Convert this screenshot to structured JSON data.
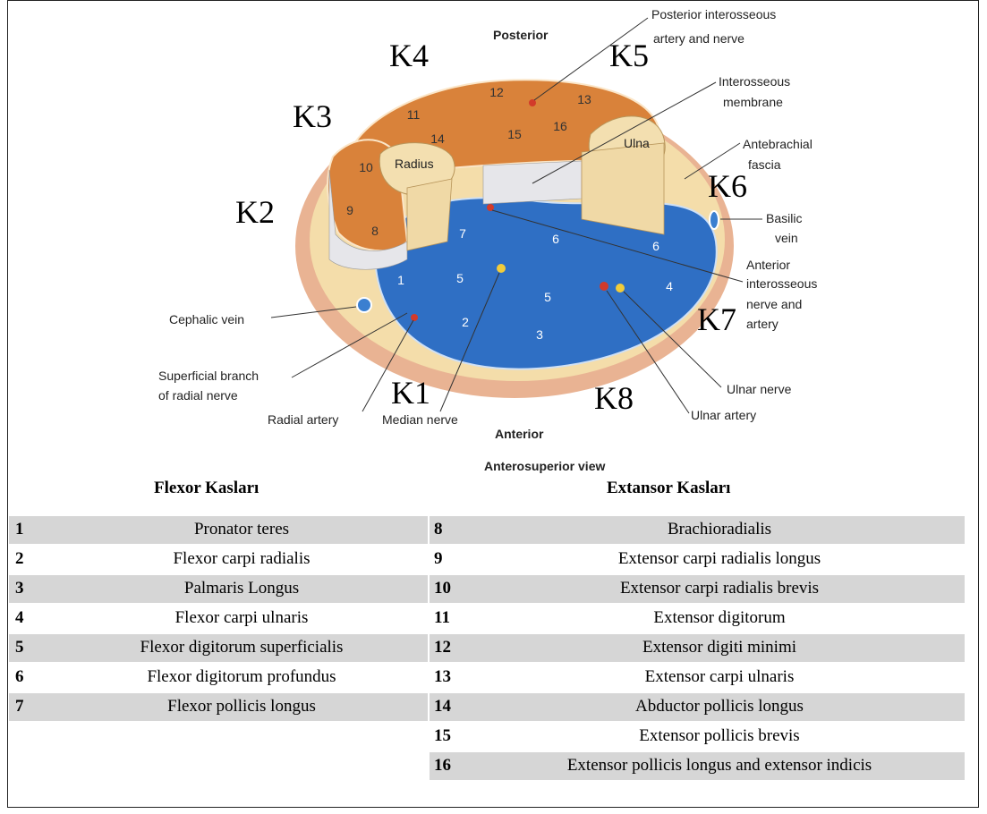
{
  "figure": {
    "orientation_top": "Posterior",
    "orientation_bottom": "Anterior",
    "view": "Anterosuperior view",
    "bone_radius": "Radius",
    "bone_ulna": "Ulna",
    "compartment_labels": [
      "K1",
      "K2",
      "K3",
      "K4",
      "K5",
      "K6",
      "K7",
      "K8"
    ],
    "callouts": {
      "post_interosseous_1": "Posterior interosseous",
      "post_interosseous_2": "artery and nerve",
      "interosseous_mem_1": "Interosseous",
      "interosseous_mem_2": "membrane",
      "antebrachial_1": "Antebrachial",
      "antebrachial_2": "fascia",
      "basilic_1": "Basilic",
      "basilic_2": "vein",
      "ant_interosseous_1": "Anterior",
      "ant_interosseous_2": "interosseous",
      "ant_interosseous_3": "nerve and",
      "ant_interosseous_4": "artery",
      "cephalic": "Cephalic vein",
      "superficial_1": "Superficial branch",
      "superficial_2": "of radial nerve",
      "radial_artery": "Radial artery",
      "median_nerve": "Median nerve",
      "ulnar_nerve": "Ulnar nerve",
      "ulnar_artery": "Ulnar artery"
    },
    "muscle_numbers": [
      "1",
      "2",
      "3",
      "4",
      "5",
      "5",
      "6",
      "6",
      "7",
      "8",
      "9",
      "10",
      "11",
      "12",
      "13",
      "14",
      "15",
      "16"
    ]
  },
  "table": {
    "flexor_title": "Flexor Kasları",
    "extensor_title": "Extansor Kasları",
    "flexor": [
      {
        "num": "1",
        "name": "Pronator teres"
      },
      {
        "num": "2",
        "name": "Flexor carpi radialis"
      },
      {
        "num": "3",
        "name": "Palmaris Longus"
      },
      {
        "num": "4",
        "name": "Flexor carpi ulnaris"
      },
      {
        "num": "5",
        "name": "Flexor digitorum superficialis"
      },
      {
        "num": "6",
        "name": "Flexor digitorum profundus"
      },
      {
        "num": "7",
        "name": "Flexor pollicis longus"
      }
    ],
    "extensor": [
      {
        "num": "8",
        "name": "Brachioradialis"
      },
      {
        "num": "9",
        "name": "Extensor carpi radialis longus"
      },
      {
        "num": "10",
        "name": "Extensor carpi radialis brevis"
      },
      {
        "num": "11",
        "name": "Extensor digitorum"
      },
      {
        "num": "12",
        "name": "Extensor digiti minimi"
      },
      {
        "num": "13",
        "name": "Extensor carpi ulnaris"
      },
      {
        "num": "14",
        "name": "Abductor pollicis longus"
      },
      {
        "num": "15",
        "name": "Extensor pollicis brevis"
      },
      {
        "num": "16",
        "name": "Extensor pollicis longus and extensor indicis"
      }
    ]
  },
  "colors": {
    "extensor_muscle": "#d9823a",
    "flexor_muscle": "#2f6fc4",
    "fascia": "#f2d9a0",
    "bone": "#f3dfb0",
    "skin": "#e8a98a",
    "row_shade": "#d6d6d6"
  }
}
